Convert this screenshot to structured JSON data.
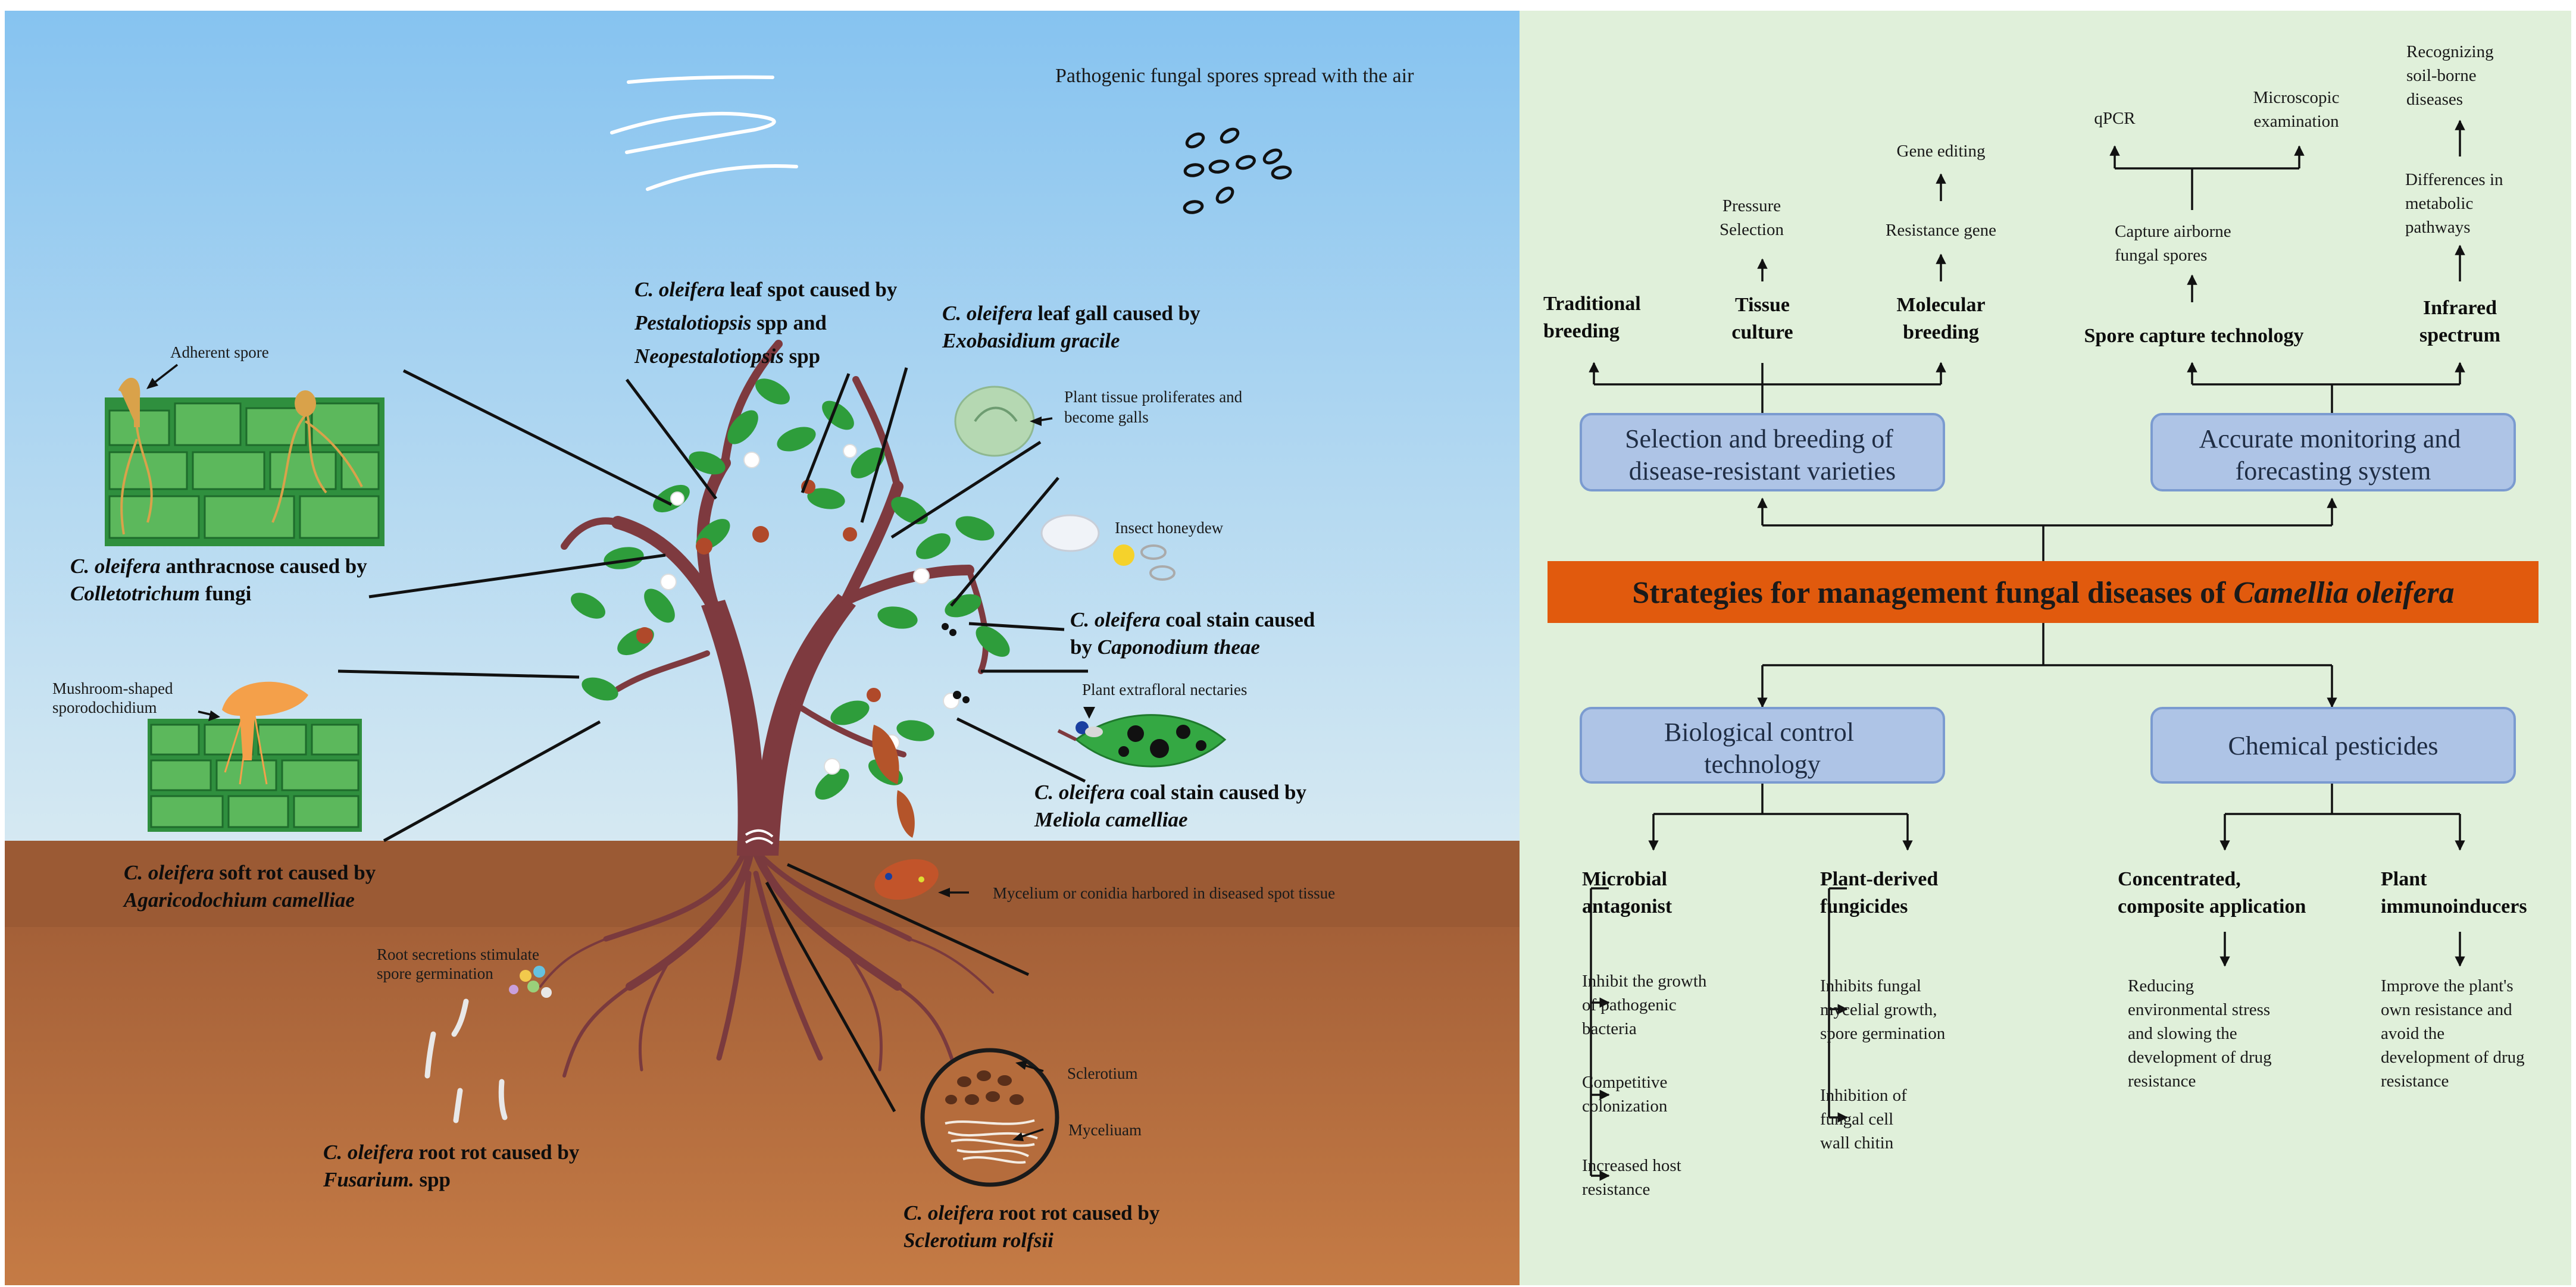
{
  "left": {
    "air_caption": "Pathogenic fungal spores spread with the air",
    "leaf_spot": {
      "p1": "C. oleifera",
      "p2": " leaf spot  caused by",
      "p3": "Pestalotiopsis",
      "p4": " spp and",
      "p5": "Neopestalotiopsis",
      "p6": " spp"
    },
    "leaf_gall": {
      "p1": "C. oleifera",
      "p2": " leaf gall caused by",
      "p3": "Exobasidium gracile"
    },
    "gall_note": [
      "Plant tissue proliferates and",
      "become galls"
    ],
    "honeydew": "Insect honeydew",
    "coal_stain_1": {
      "p1": "C. oleifera",
      "p2": " coal stain caused",
      "p3": "by ",
      "p4": "Caponodium theae"
    },
    "nectaries": "Plant extrafloral nectaries",
    "coal_stain_2": {
      "p1": "C. oleifera",
      "p2": " coal stain caused by",
      "p3": "Meliola camelliae"
    },
    "mycelium_note": "Mycelium or conidia harbored in diseased spot tissue",
    "adherent_spore": "Adherent spore",
    "anthracnose": {
      "p1": "C. oleifera",
      "p2": " anthracnose caused by",
      "p3": "Colletotrichum",
      "p4": " fungi"
    },
    "mushroom": [
      "Mushroom-shaped",
      "sporodochidium"
    ],
    "soft_rot": {
      "p1": "C. oleifera",
      "p2": " soft rot caused by",
      "p3": "Agaricodochium camelliae"
    },
    "root_secretion": [
      "Root secretions stimulate",
      "spore germination"
    ],
    "root_rot_1": {
      "p1": "C. oleifera",
      "p2": " root rot caused by",
      "p3": "Fusarium.",
      "p4": " spp"
    },
    "sclerotium": "Sclerotium",
    "myceliuam": "Myceliuam",
    "root_rot_2": {
      "p1": "C. oleifera",
      "p2": " root rot caused by",
      "p3": "Sclerotium rolfsii"
    }
  },
  "right": {
    "title": {
      "p1": "Strategies for management fungal diseases of ",
      "p2": "Camellia oleifera"
    },
    "box_selection": [
      "Selection and breeding of",
      "disease-resistant varieties"
    ],
    "box_monitoring": [
      "Accurate monitoring and",
      "forecasting system"
    ],
    "box_biological": [
      "Biological control",
      "technology"
    ],
    "box_chemical": [
      "Chemical pesticides"
    ],
    "traditional": [
      "Traditional",
      "breeding"
    ],
    "tissue": [
      "Tissue",
      "culture"
    ],
    "molecular": [
      "Molecular",
      "breeding"
    ],
    "pressure": [
      "Pressure",
      "Selection"
    ],
    "resistance_gene": "Resistance gene",
    "gene_editing": "Gene editing",
    "spore_capture": "Spore capture technology",
    "infrared": [
      "Infrared",
      "spectrum"
    ],
    "capture_airborne": [
      "Capture airborne",
      "fungal spores"
    ],
    "qpcr": "qPCR",
    "microscopic": [
      "Microscopic",
      "examination"
    ],
    "differences": [
      "Differences in",
      "metabolic",
      "pathways"
    ],
    "recognizing": [
      "Recognizing",
      "soil-borne",
      "diseases"
    ],
    "microbial": [
      "Microbial",
      "antagonist"
    ],
    "plant_derived": [
      "Plant-derived",
      "fungicides"
    ],
    "concentrated": [
      "Concentrated,",
      "composite application"
    ],
    "immunoinducers": [
      "Plant",
      "immunoinducers"
    ],
    "inhibit_growth": [
      "Inhibit the growth",
      "of pathogenic",
      "bacteria"
    ],
    "competitive": [
      "Competitive",
      "colonization"
    ],
    "host_resistance": [
      "Increased host",
      "resistance"
    ],
    "inhibits_fungal": [
      "Inhibits fungal",
      "mycelial growth,",
      "spore germination"
    ],
    "inhibition_chitin": [
      "Inhibition of",
      "fungal cell",
      "wall chitin"
    ],
    "reducing": [
      "Reducing",
      "environmental stress",
      "and slowing the",
      "development of drug",
      "resistance"
    ],
    "improve": [
      "Improve the plant's",
      "own resistance and",
      "avoid the",
      "development of drug",
      "resistance"
    ]
  },
  "colors": {
    "sky_top": "#8ec7ef",
    "sky_bottom": "#cfe6f3",
    "soil_top": "#9a5a33",
    "soil_bottom": "#c77b45",
    "panel_bg": "#e0f0da",
    "box_fill": "#aec4e6",
    "box_stroke": "#7b9bd0",
    "title_bar": "#e15a0d",
    "leaf": "#2d9a3a",
    "trunk": "#7e3a3f",
    "cell": "#3f9b4a"
  },
  "icons": [
    "tree-illustration",
    "spore-icon",
    "gall-icon",
    "honeydew-icon",
    "cell-layer-icon",
    "sclerotium-icon"
  ]
}
